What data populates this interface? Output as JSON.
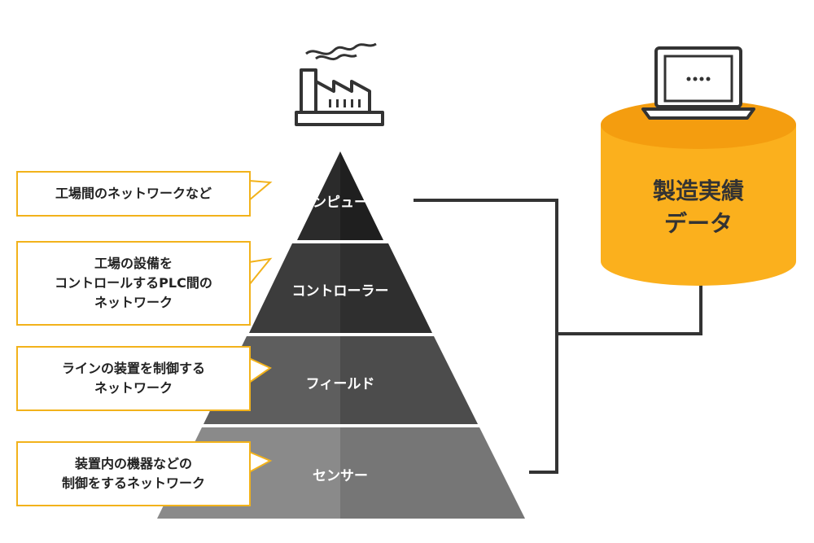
{
  "pyramid": {
    "tiers": [
      {
        "label": "コンピュータ",
        "color": "#2b2b2b",
        "color_right": "#1f1f1f"
      },
      {
        "label": "コントローラー",
        "color": "#3c3c3c",
        "color_right": "#2f2f2f"
      },
      {
        "label": "フィールド",
        "color": "#5e5e5e",
        "color_right": "#4c4c4c"
      },
      {
        "label": "センサー",
        "color": "#8a8a8a",
        "color_right": "#767676"
      }
    ]
  },
  "callouts": [
    {
      "text": "工場間のネットワークなど"
    },
    {
      "text": "工場の設備を\nコントロールするPLC間の\nネットワーク"
    },
    {
      "text": "ラインの装置を制御する\nネットワーク"
    },
    {
      "text": "装置内の機器などの\n制御をするネットワーク"
    }
  ],
  "database": {
    "line1": "製造実績",
    "line2": "データ",
    "color": "#fbb01d",
    "top_color": "#f49d0f"
  },
  "icons": {
    "factory": "factory-icon",
    "laptop": "laptop-icon"
  },
  "colors": {
    "accent": "#f2b21b",
    "line": "#333333"
  }
}
